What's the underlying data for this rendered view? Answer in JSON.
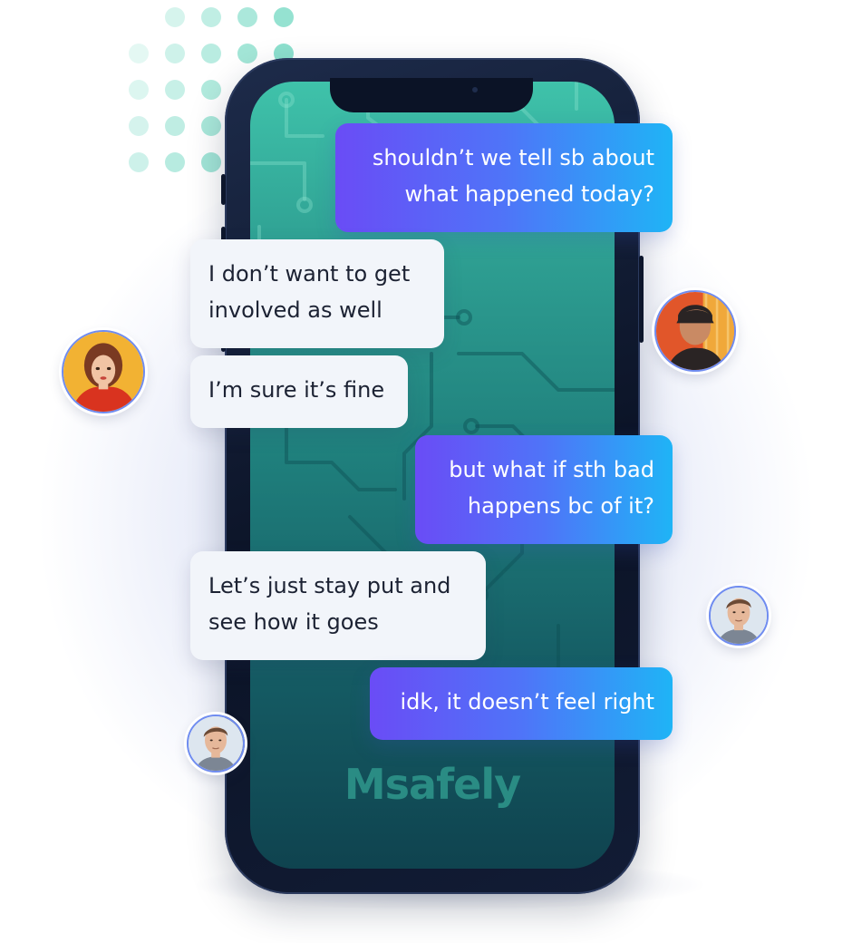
{
  "messages": [
    {
      "side": "out",
      "lines": [
        "shouldn’t we tell sb about",
        "what happened today?"
      ]
    },
    {
      "side": "in",
      "lines": [
        "I don’t want to get",
        "involved as well"
      ]
    },
    {
      "side": "in",
      "lines": [
        "I’m sure it’s fine"
      ]
    },
    {
      "side": "out",
      "lines": [
        "but what if sth bad",
        "happens bc of it?"
      ]
    },
    {
      "side": "in",
      "lines": [
        "Let’s just stay put and",
        "see how it goes"
      ]
    },
    {
      "side": "out",
      "lines": [
        "idk, it doesn’t feel right"
      ]
    }
  ],
  "brand": {
    "name": "Msafely"
  },
  "avatars": [
    {
      "icon": "avatar-woman-red-top",
      "colors": [
        "#f2b233",
        "#d9331f",
        "#7a3a22"
      ]
    },
    {
      "icon": "avatar-man-cap-back",
      "colors": [
        "#e1562a",
        "#2a2424",
        "#f0a83a"
      ]
    },
    {
      "icon": "avatar-man-portrait",
      "colors": [
        "#dde6ef",
        "#6b4a35",
        "#e6b89a"
      ]
    },
    {
      "icon": "avatar-man-portrait",
      "colors": [
        "#dde6ef",
        "#6b4a35",
        "#e6b89a"
      ]
    }
  ],
  "colors": {
    "accent_start": "#6a4cf6",
    "accent_end": "#1fb4f6",
    "screen_top": "#3fc2aa",
    "screen_bottom": "#0f434f",
    "brand_text": "#2a8c84",
    "dots": "#7fdcc8"
  }
}
